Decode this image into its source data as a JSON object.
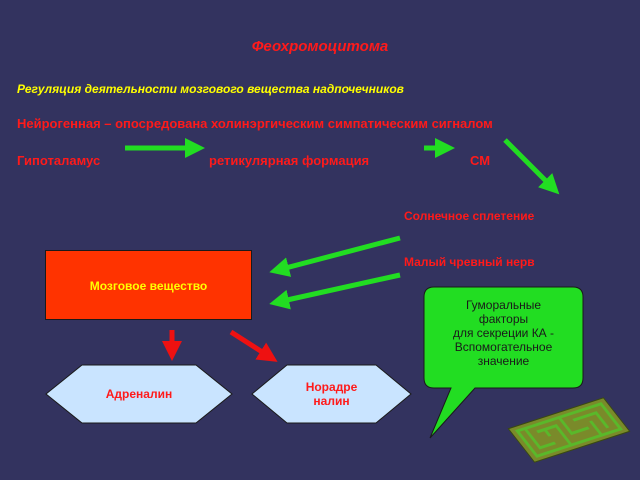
{
  "title": "Феохромоцитома",
  "subtitle": "Регуляция деятельности мозгового вещества надпочечников",
  "neurogenic": "Нейрогенная – опосредована холинэргическим симпатическим сигналом",
  "chain": {
    "hypothalamus": "Гипоталамус",
    "reticular": "ретикулярная формация",
    "cns": "СМ",
    "solar_plexus": "Солнечное сплетение",
    "splanchnic_nerve": "Малый чревный нерв"
  },
  "medulla": "Мозговое вещество",
  "products": {
    "adrenaline": "Адреналин",
    "noradrenaline_line1": "Норадре",
    "noradrenaline_line2": "налин"
  },
  "callout": {
    "line1": "Гуморальные",
    "line2": "факторы",
    "line3": "для секреции КА -",
    "line4": "Вспомогательное",
    "line5": "значение"
  },
  "colors": {
    "background": "#33335f",
    "title_red": "#ff1a1a",
    "subtitle_yellow": "#ffff00",
    "arrow_green": "#22dd22",
    "arrow_red": "#ee1111",
    "diamond_fill": "#c9e4ff",
    "callout_green": "#22dd22",
    "medulla_fill": "#ff3300"
  }
}
